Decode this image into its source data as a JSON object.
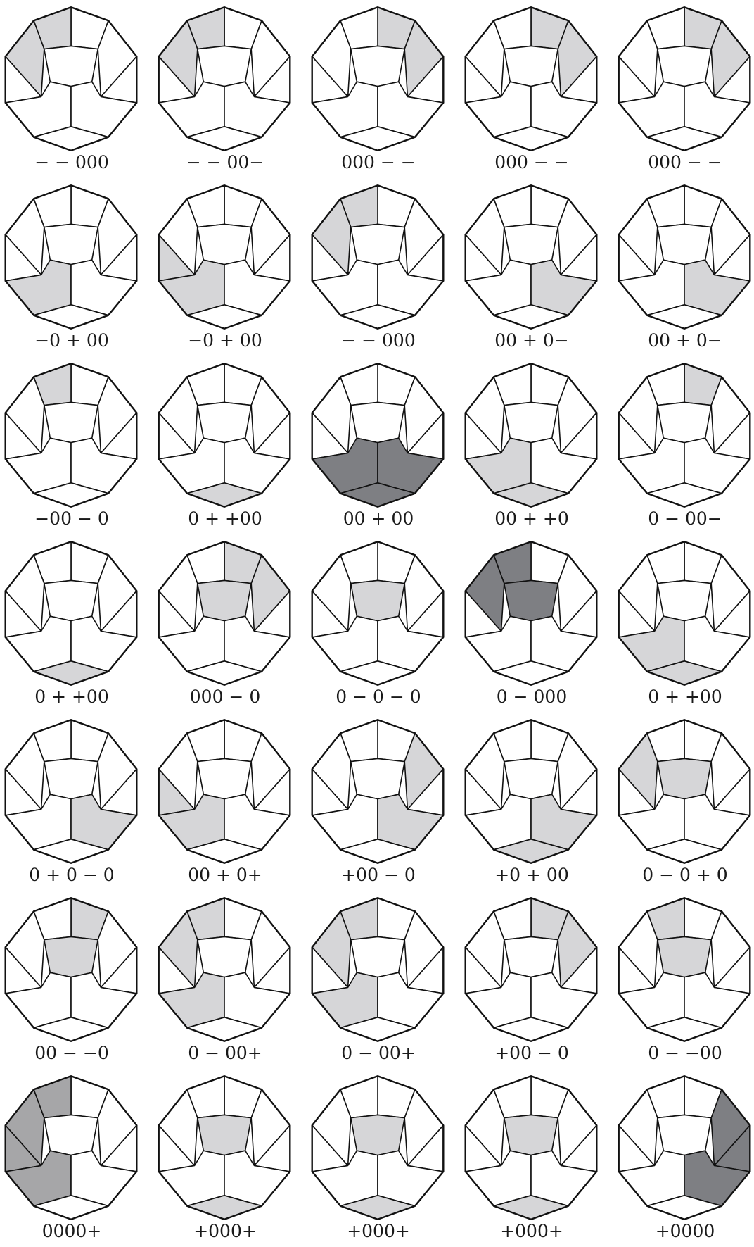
{
  "figure": {
    "colors": {
      "outline": "#111111",
      "white": "#ffffff",
      "light_gray": "#d6d6d8",
      "mid_gray": "#a6a6a8",
      "dark_gray": "#7e7f83"
    },
    "labels": [
      "− − 000",
      "− − 00−",
      "000 − −",
      "000 − −",
      "000 − −",
      "−0 + 00",
      "−0 + 00",
      "− − 000",
      "00 + 0−",
      "00 + 0−",
      "−00 − 0",
      "0 + +00",
      "00 + 00",
      "00 + +0",
      "0 − 00−",
      "0 + +00",
      "000 − 0",
      "0 − 0 − 0",
      "0 − 000",
      "0 + +00",
      "0 + 0 − 0",
      "00 + 0+",
      "+00 − 0",
      "+0 + 00",
      "0 − 0 + 0",
      "00 − −0",
      "0 − 00+",
      "0 − 00+",
      "+00 − 0",
      "0 − −00",
      "0000+",
      "+000+",
      "+000+",
      "+000+",
      "+0000"
    ]
  }
}
